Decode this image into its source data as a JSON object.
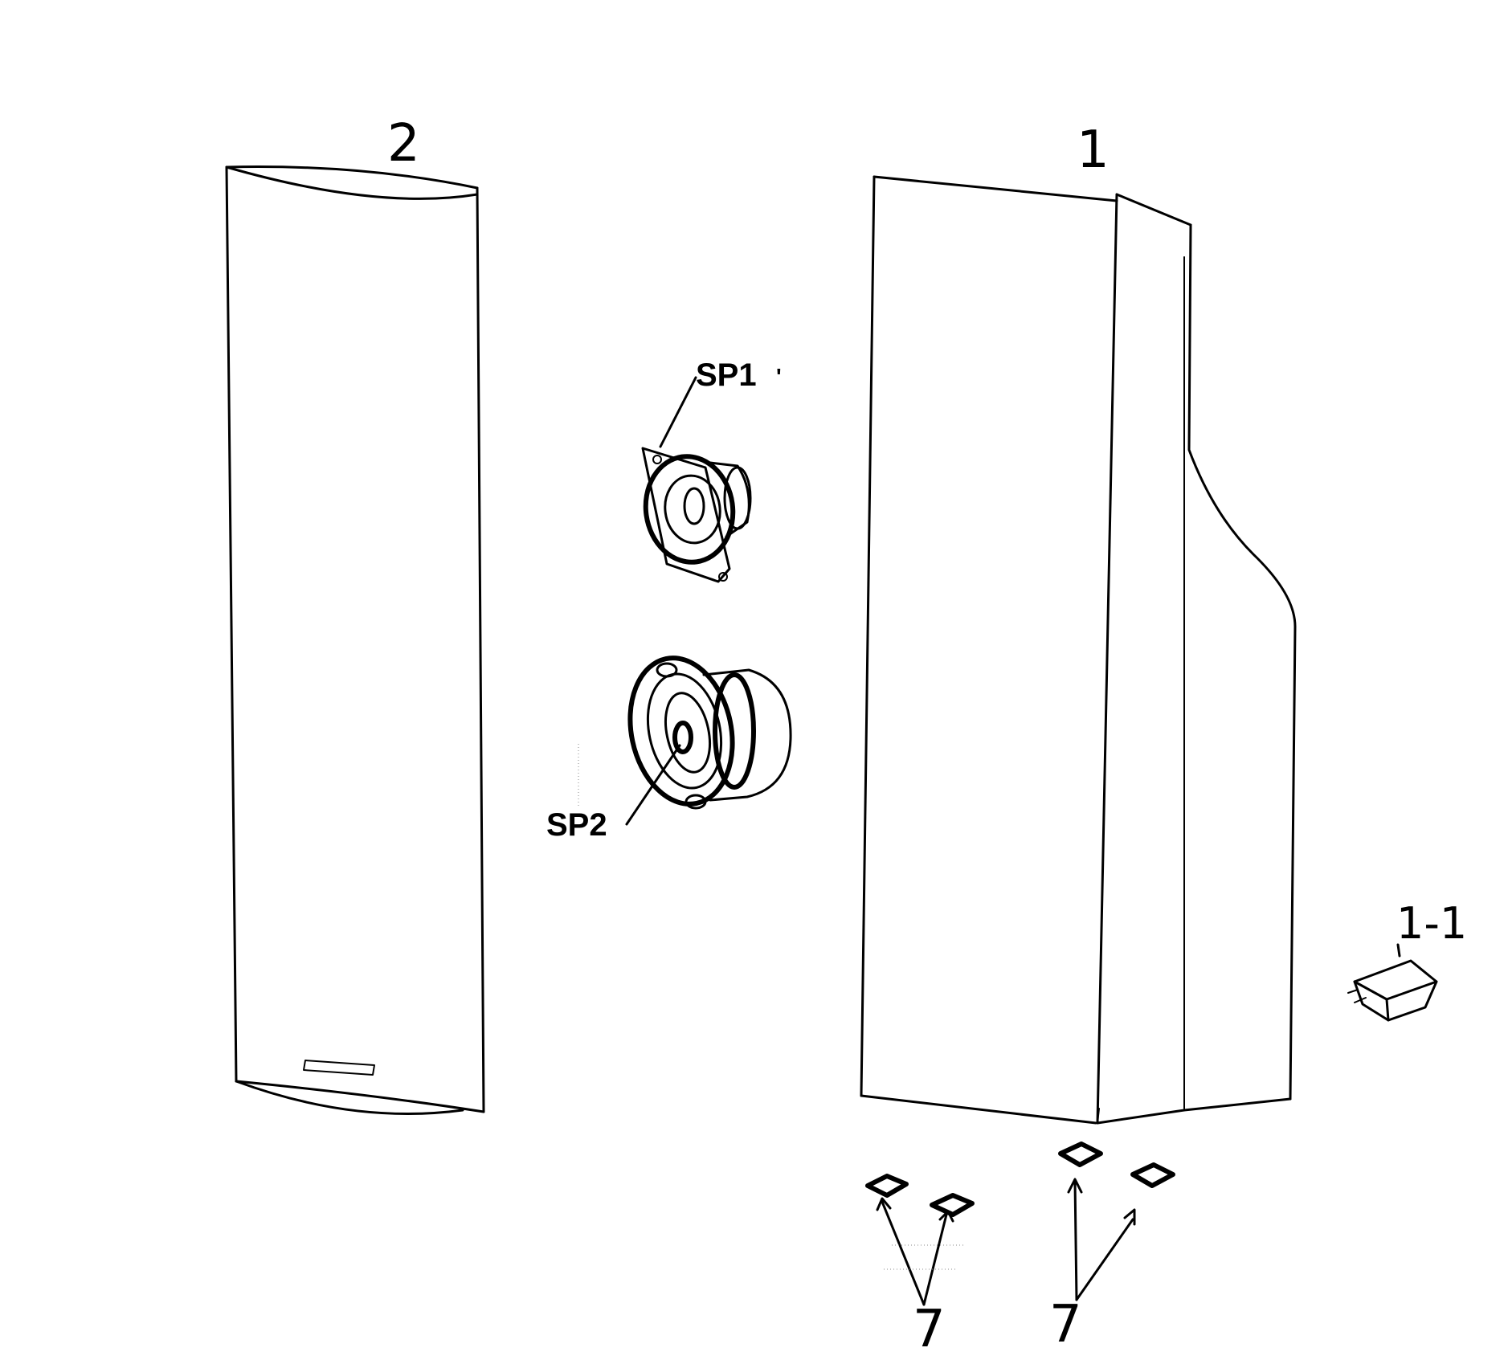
{
  "labels": {
    "front_panel": "2",
    "cabinet": "1",
    "tweeter": "SP1",
    "woofer": "SP2",
    "detail_part": "1-1",
    "feet_left": "7",
    "feet_right": "7"
  },
  "colors": {
    "line": "#000000",
    "background": "#ffffff"
  }
}
